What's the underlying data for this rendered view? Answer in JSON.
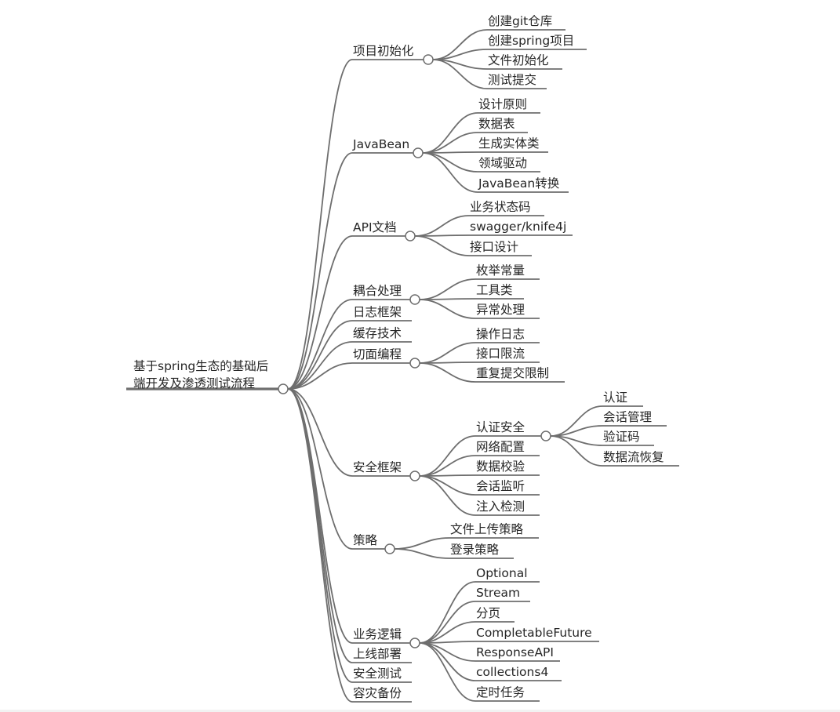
{
  "mindmap": {
    "root": {
      "line1": "基于spring生态的基础后",
      "line2": "端开发及渗透测试流程"
    },
    "branches": [
      {
        "label": "项目初始化",
        "children": [
          {
            "label": "创建git仓库"
          },
          {
            "label": "创建spring项目"
          },
          {
            "label": "文件初始化"
          },
          {
            "label": "测试提交"
          }
        ]
      },
      {
        "label": "JavaBean",
        "children": [
          {
            "label": "设计原则"
          },
          {
            "label": "数据表"
          },
          {
            "label": "生成实体类"
          },
          {
            "label": "领域驱动"
          },
          {
            "label": "JavaBean转换"
          }
        ]
      },
      {
        "label": "API文档",
        "children": [
          {
            "label": "业务状态码"
          },
          {
            "label": "swagger/knife4j"
          },
          {
            "label": "接口设计"
          }
        ]
      },
      {
        "label": "耦合处理",
        "children": [
          {
            "label": "枚举常量"
          },
          {
            "label": "工具类"
          },
          {
            "label": "异常处理"
          }
        ]
      },
      {
        "label": "日志框架",
        "children": []
      },
      {
        "label": "缓存技术",
        "children": []
      },
      {
        "label": "切面编程",
        "children": [
          {
            "label": "操作日志"
          },
          {
            "label": "接口限流"
          },
          {
            "label": "重复提交限制"
          }
        ]
      },
      {
        "label": "安全框架",
        "children": [
          {
            "label": "认证安全",
            "children": [
              {
                "label": "认证"
              },
              {
                "label": "会话管理"
              },
              {
                "label": "验证码"
              },
              {
                "label": "数据流恢复"
              }
            ]
          },
          {
            "label": "网络配置"
          },
          {
            "label": "数据校验"
          },
          {
            "label": "会话监听"
          },
          {
            "label": "注入检测"
          }
        ]
      },
      {
        "label": "策略",
        "children": [
          {
            "label": "文件上传策略"
          },
          {
            "label": "登录策略"
          }
        ]
      },
      {
        "label": "业务逻辑",
        "children": [
          {
            "label": "Optional"
          },
          {
            "label": "Stream"
          },
          {
            "label": "分页"
          },
          {
            "label": "CompletableFuture"
          },
          {
            "label": "ResponseAPI"
          },
          {
            "label": "collections4"
          },
          {
            "label": "定时任务"
          }
        ]
      },
      {
        "label": "上线部署",
        "children": []
      },
      {
        "label": "安全测试",
        "children": []
      },
      {
        "label": "容灾备份",
        "children": []
      }
    ]
  }
}
